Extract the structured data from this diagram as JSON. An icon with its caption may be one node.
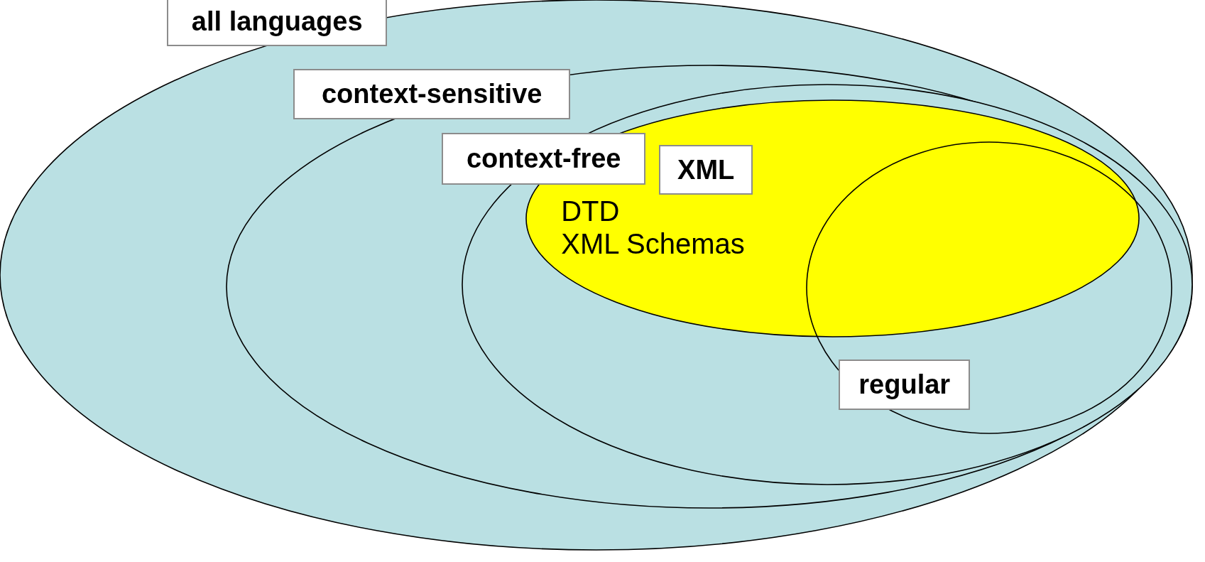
{
  "diagram": {
    "nodes": [
      {
        "text": [
          "all languages"
        ]
      },
      {
        "text": [
          "context-sensitive"
        ],
        "in": 0
      },
      {
        "text": [
          "context-free"
        ],
        "in": 1
      },
      {
        "text": [
          "XML",
          "DTD",
          "XML Schemas"
        ],
        "in": 2
      },
      {
        "text": [
          "regular"
        ],
        "in": 2
      }
    ]
  }
}
